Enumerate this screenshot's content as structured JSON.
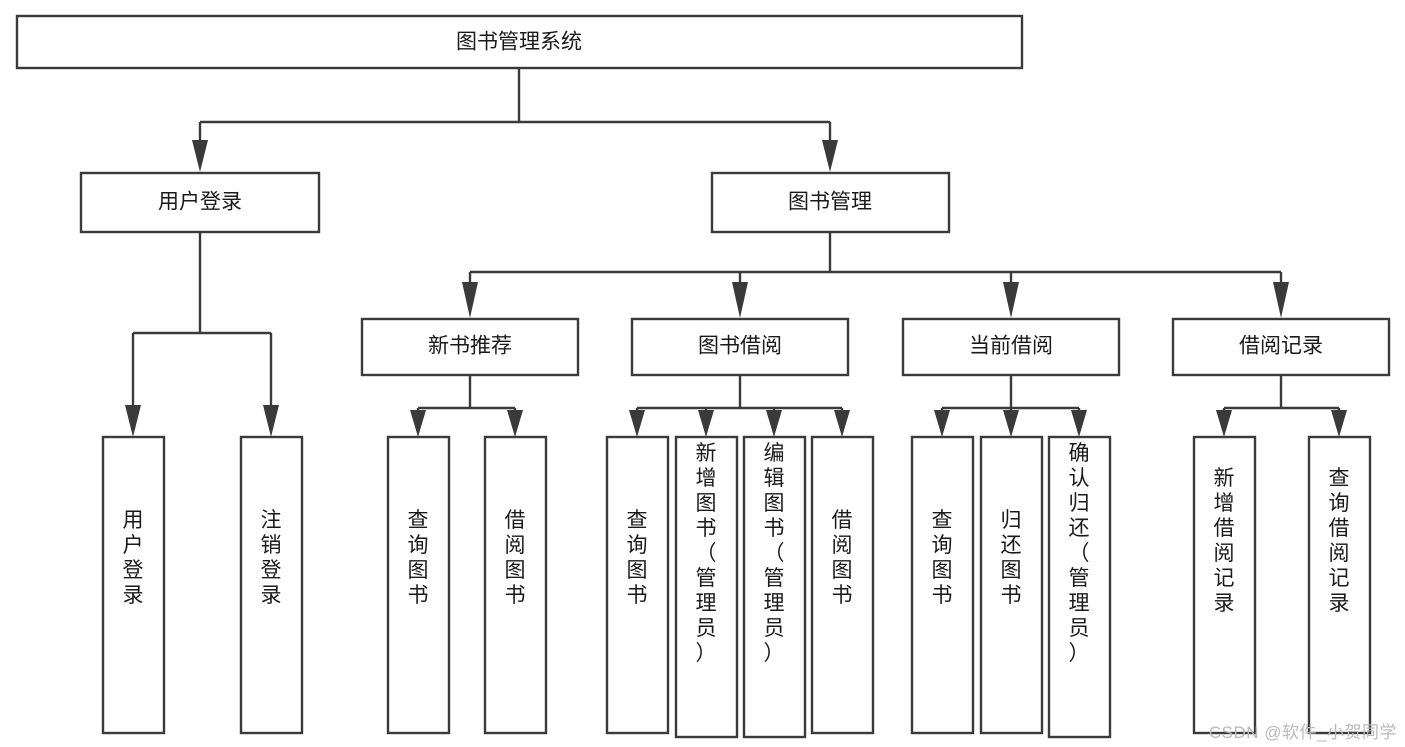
{
  "diagram": {
    "type": "hierarchy-tree",
    "title": "图书管理系统",
    "watermark": "CSDN @软件_小贺同学",
    "colors": {
      "stroke": "#3a3a3a",
      "fill": "#ffffff",
      "text": "#1a1a1a",
      "watermark": "#b9b9b9"
    },
    "root": {
      "label": "图书管理系统"
    },
    "level2": [
      {
        "label": "用户登录"
      },
      {
        "label": "图书管理"
      }
    ],
    "level3": [
      {
        "label": "新书推荐"
      },
      {
        "label": "图书借阅"
      },
      {
        "label": "当前借阅"
      },
      {
        "label": "借阅记录"
      }
    ],
    "leaves": {
      "user_login": [
        {
          "label": "用户登录"
        },
        {
          "label": "注销登录"
        }
      ],
      "new_book_recommend": [
        {
          "label": "查询图书"
        },
        {
          "label": "借阅图书"
        }
      ],
      "book_borrow": [
        {
          "label": "查询图书"
        },
        {
          "label": "新增图书（管理员）"
        },
        {
          "label": "编辑图书（管理员）"
        },
        {
          "label": "借阅图书"
        }
      ],
      "current_borrow": [
        {
          "label": "查询图书"
        },
        {
          "label": "归还图书"
        },
        {
          "label": "确认归还（管理员）"
        }
      ],
      "borrow_records": [
        {
          "label": "新增借阅记录"
        },
        {
          "label": "查询借阅记录"
        }
      ]
    }
  }
}
